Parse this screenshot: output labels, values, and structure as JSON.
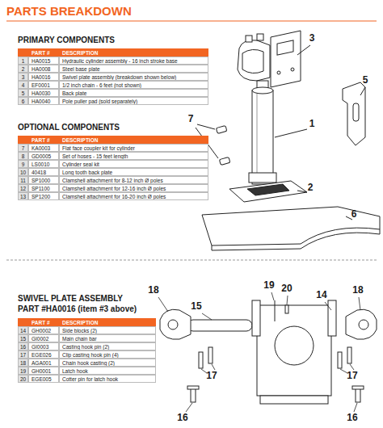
{
  "diagram": {
    "title": "PARTS BREAKDOWN",
    "labels": [
      "PRIMARY COMPONENTS",
      "PART #",
      "DESCRIPTION",
      "1",
      "HA0015",
      "Hydraulic cylinder assembly - 16 inch stroke base",
      "2",
      "HA0008",
      "Steel base plate",
      "3",
      "HA0016",
      "Swivel plate assembly (breakdown shown below)",
      "4",
      "EF0001",
      "1/2 inch chain - 6 feet (not shown)",
      "5",
      "HA0030",
      "Back plate",
      "6",
      "HA0040",
      "Pole puller pad (sold separately)",
      "OPTIONAL COMPONENTS",
      "PART #",
      "DESCRIPTION",
      "7",
      "KA0003",
      "Flat face coupler kit for cylinder",
      "8",
      "GD0005",
      "Set of hoses - 15 feet length",
      "9",
      "LS0010",
      "Cylinder seal kit",
      "10",
      "40418",
      "Long tooth back plate",
      "11",
      "SP1000",
      "Clamshell attachment for 8-12 inch Ø poles",
      "12",
      "SP1100",
      "Clamshell attachment for 12-16 inch Ø poles",
      "13",
      "SP1200",
      "Clamshell attachment for 16-20 inch Ø poles",
      "SWIVEL PLATE ASSEMBLY",
      "PART #HA0016 (item #3 above)",
      "PART #",
      "DESCRIPTION",
      "14",
      "GH0002",
      "Side blocks (2)",
      "15",
      "GI0002",
      "Main chain bar",
      "16",
      "GI0003",
      "Casting hook pin (2)",
      "17",
      "EGE026",
      "Clip casting hook pin (4)",
      "18",
      "AGA001",
      "Chain hook casting (2)",
      "19",
      "GH0001",
      "Latch hook",
      "20",
      "EGE005",
      "Cotter pin for latch hook",
      "3",
      "5",
      "7",
      "1",
      "2",
      "6",
      "18",
      "15",
      "19",
      "20",
      "14",
      "18",
      "17",
      "17",
      "16",
      "16"
    ]
  }
}
